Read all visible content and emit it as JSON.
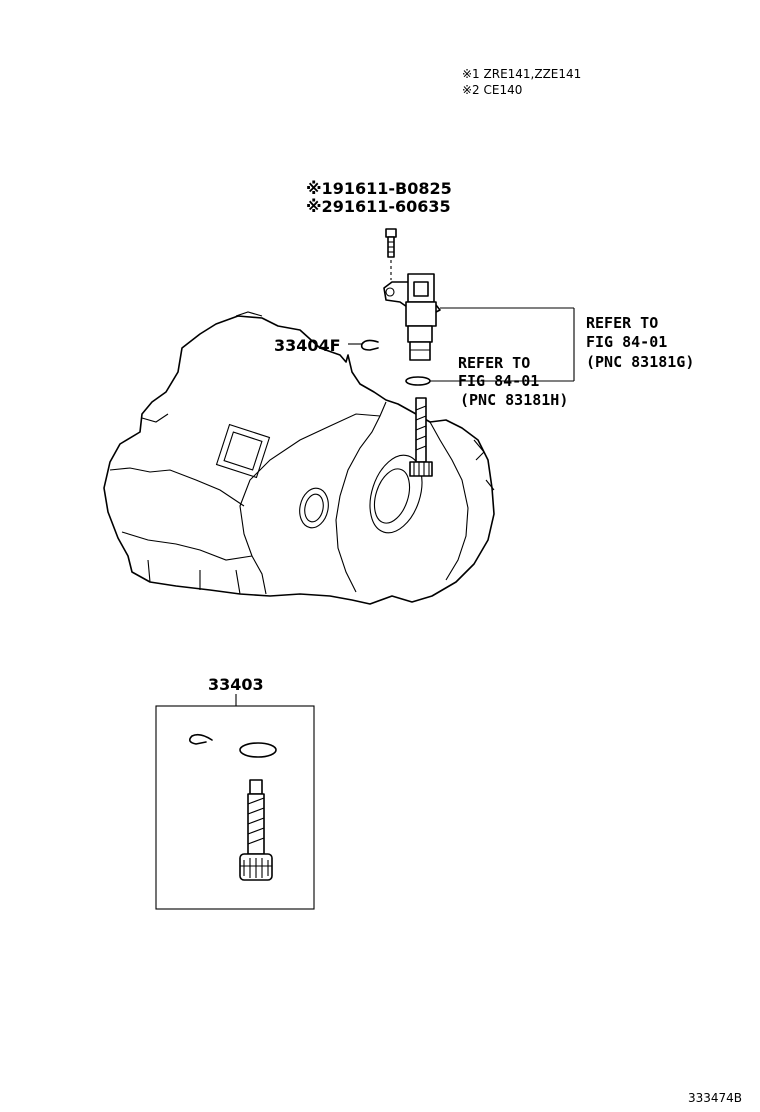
{
  "notes": {
    "note1": "※1 ZRE141,ZZE141",
    "note2": "※2 CE140"
  },
  "bolt_labels": {
    "line1": "※191611-B0825",
    "line2": "※291611-60635"
  },
  "parts": {
    "clip_label": "33404F",
    "kit_label": "33403"
  },
  "refer_sensor": {
    "line1": "REFER TO",
    "line2": "FIG 84-01",
    "line3": "(PNC 83181G)"
  },
  "refer_oring": {
    "line1": "REFER TO",
    "line2": "FIG 84-01",
    "line3": "(PNC 83181H)"
  },
  "figure_code": "333474B"
}
